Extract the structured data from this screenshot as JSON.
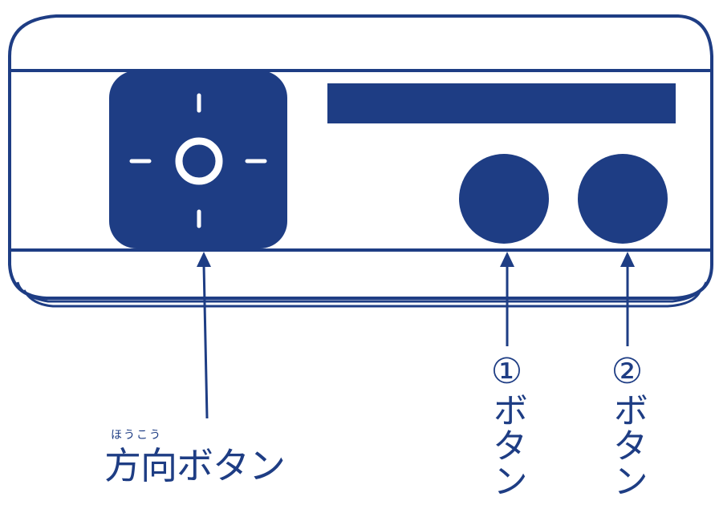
{
  "colors": {
    "ink": "#1e3d84",
    "paper": "#ffffff"
  },
  "labels": {
    "dpad_ruby": "ほうこう",
    "dpad": "方向ボタン",
    "button1": "①ボタン",
    "button2": "②ボタン"
  },
  "icons": [
    "dpad-icon",
    "button-1-icon",
    "button-2-icon",
    "arrow-icon"
  ]
}
